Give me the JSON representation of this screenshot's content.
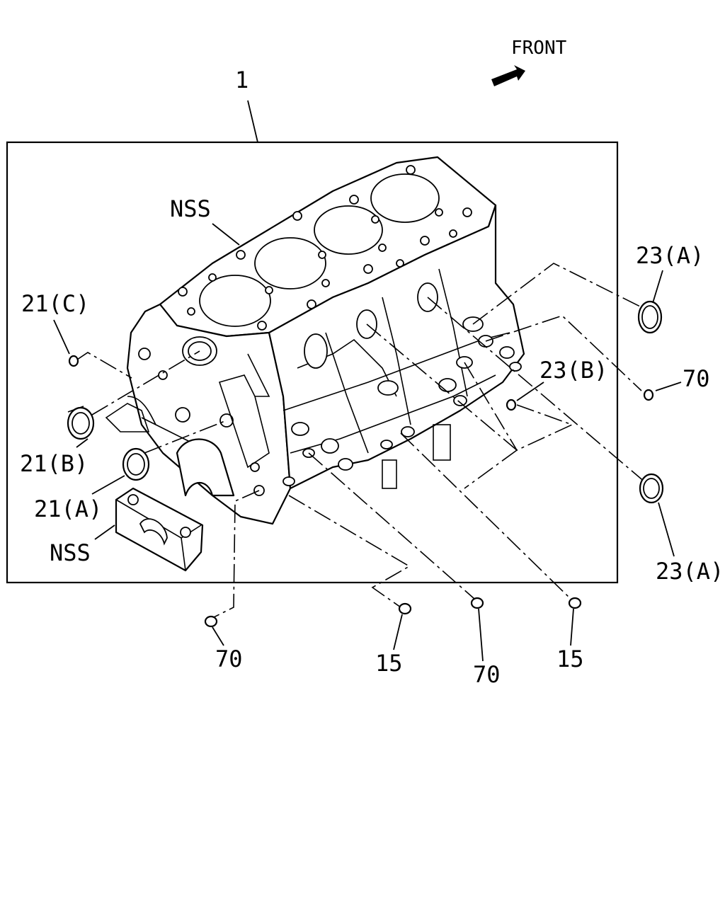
{
  "diagram": {
    "direction_label": "FRONT",
    "assembly_label": "1",
    "labels": {
      "nss_top": "NSS",
      "nss_bottom": "NSS",
      "p21c": "21(C)",
      "p21b": "21(B)",
      "p21a": "21(A)",
      "p23a_top": "23(A)",
      "p23b": "23(B)",
      "p70_right": "70",
      "p23a_bottom": "23(A)",
      "p70_bottom_left": "70",
      "p15_left": "15",
      "p70_bottom_mid": "70",
      "p15_right": "15"
    }
  },
  "colors": {
    "line": "#000000",
    "background": "#ffffff"
  }
}
